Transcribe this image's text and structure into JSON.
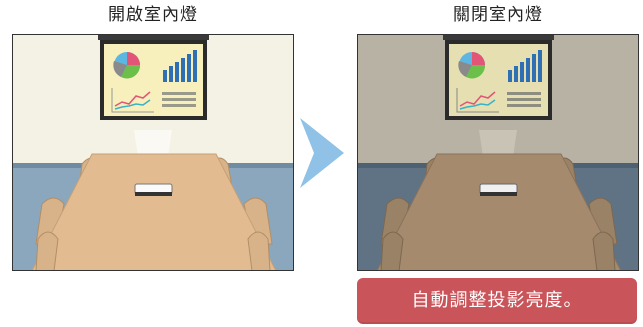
{
  "left_caption": "開啟室內燈",
  "right_caption": "關閉室內燈",
  "result_text": "自動調整投影亮度。",
  "colors": {
    "banner": "#c9545a",
    "arrow": "#8fc2e6",
    "wall_lit": "#f4f1e5",
    "wall_dark": "#b8b2a5",
    "table_lit": "#e3bb91",
    "table_dark": "#a58a6e"
  }
}
